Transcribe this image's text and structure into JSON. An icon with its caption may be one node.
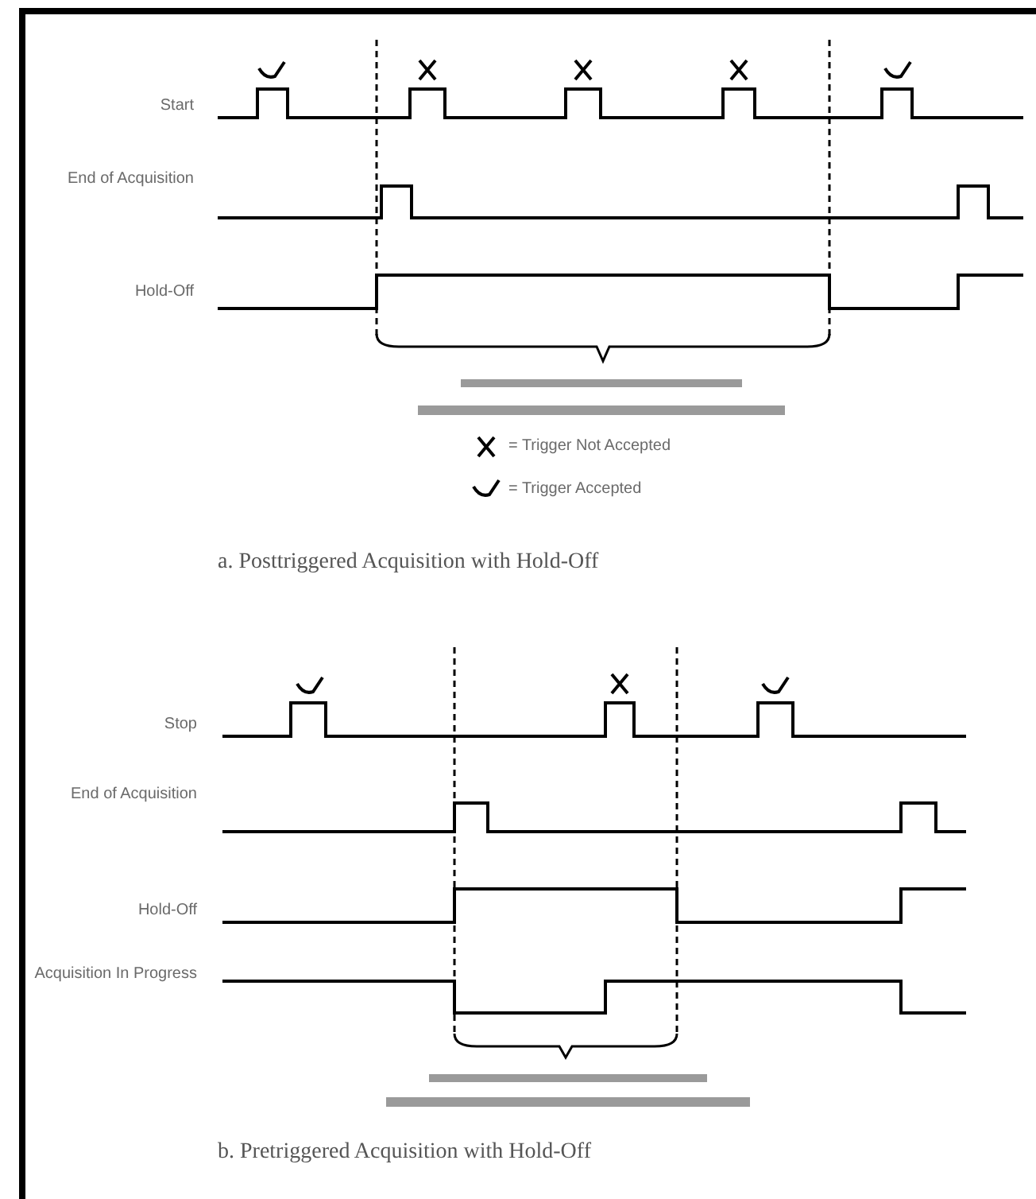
{
  "diagram": {
    "labels": [
      "Start",
      "End of Acquisition",
      "Hold-Off",
      "a. Posttriggered Acquisition with Hold-Off",
      "Stop",
      "End of Acquisition",
      "Hold-Off",
      "Acquisition In Progress",
      "b. Pretriggered Acquisition with Hold-Off"
    ],
    "legend": [
      {
        "text": "= Trigger Not Accepted"
      },
      {
        "text": "= Trigger Accepted"
      }
    ]
  }
}
